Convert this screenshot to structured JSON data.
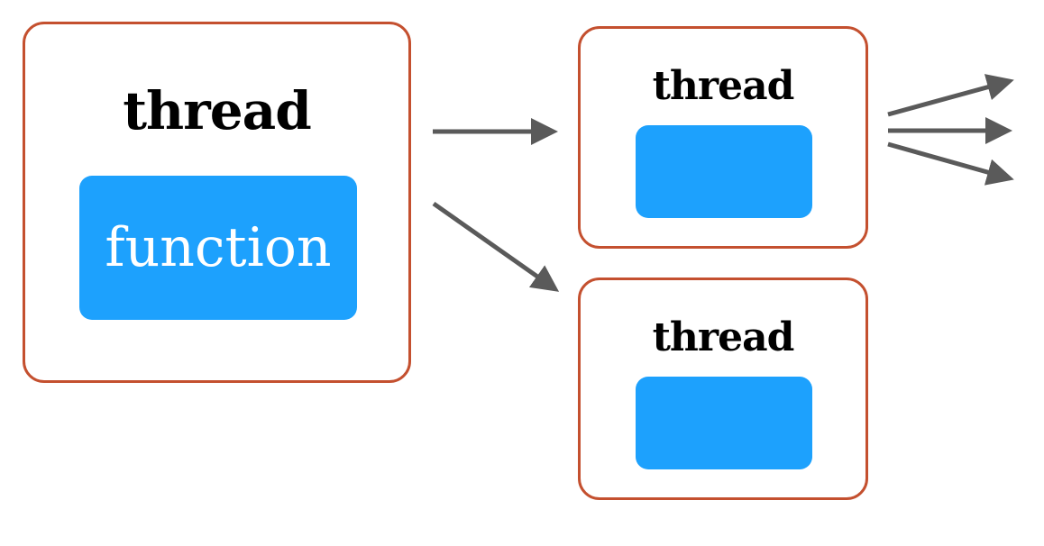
{
  "main_thread": {
    "title": "thread",
    "function_label": "function"
  },
  "child_threads": [
    {
      "title": "thread"
    },
    {
      "title": "thread"
    }
  ],
  "colors": {
    "thread_border": "#c4502f",
    "function_fill": "#1da1fd",
    "arrow": "#5a5a5a",
    "text": "#000000",
    "function_text": "#ffffff"
  }
}
